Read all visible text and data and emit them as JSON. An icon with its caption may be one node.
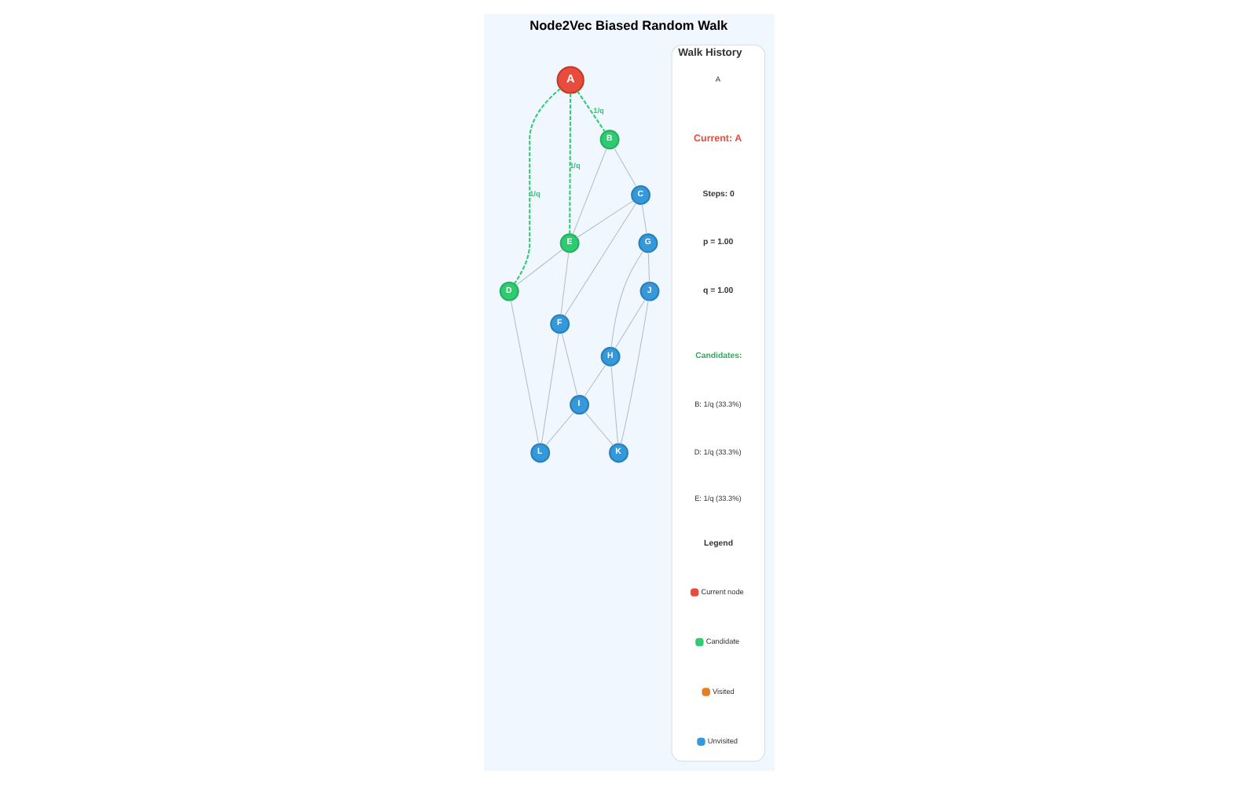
{
  "diagram": {
    "title": "Node2Vec Biased Random Walk",
    "nodes": [
      {
        "text": [
          "A"
        ]
      },
      {
        "text": [
          "B"
        ]
      },
      {
        "text": [
          "C"
        ]
      },
      {
        "text": [
          "D"
        ]
      },
      {
        "text": [
          "E"
        ]
      },
      {
        "text": [
          "F"
        ]
      },
      {
        "text": [
          "G"
        ]
      },
      {
        "text": [
          "H"
        ]
      },
      {
        "text": [
          "I"
        ]
      },
      {
        "text": [
          "J"
        ]
      },
      {
        "text": [
          "K"
        ]
      },
      {
        "text": [
          "L"
        ]
      },
      {
        "text": [
          "Walk History"
        ]
      }
    ],
    "edges": [
      {
        "from": 0,
        "to": 1,
        "arrow": "none",
        "label": "1/q",
        "style": "dashed",
        "color": "#2ecc71"
      },
      {
        "from": 0,
        "to": 4,
        "arrow": "none",
        "label": "1/q",
        "style": "dashed",
        "color": "#2ecc71"
      },
      {
        "from": 0,
        "to": 3,
        "arrow": "none",
        "label": "1/q",
        "style": "dashed",
        "color": "#2ecc71"
      },
      {
        "from": 1,
        "to": 2,
        "arrow": "none"
      },
      {
        "from": 1,
        "to": 4,
        "arrow": "none"
      },
      {
        "from": 2,
        "to": 4,
        "arrow": "none"
      },
      {
        "from": 2,
        "to": 6,
        "arrow": "none"
      },
      {
        "from": 2,
        "to": 5,
        "arrow": "none"
      },
      {
        "from": 6,
        "to": 9,
        "arrow": "none"
      },
      {
        "from": 6,
        "to": 7,
        "arrow": "none"
      },
      {
        "from": 9,
        "to": 7,
        "arrow": "none"
      },
      {
        "from": 9,
        "to": 10,
        "arrow": "none"
      },
      {
        "from": 7,
        "to": 10,
        "arrow": "none"
      },
      {
        "from": 7,
        "to": 8,
        "arrow": "none"
      },
      {
        "from": 4,
        "to": 3,
        "arrow": "none"
      },
      {
        "from": 4,
        "to": 5,
        "arrow": "none"
      },
      {
        "from": 5,
        "to": 8,
        "arrow": "none"
      },
      {
        "from": 5,
        "to": 11,
        "arrow": "none"
      },
      {
        "from": 8,
        "to": 10,
        "arrow": "none"
      },
      {
        "from": 8,
        "to": 11,
        "arrow": "none"
      },
      {
        "from": 3,
        "to": 11,
        "arrow": "none"
      }
    ],
    "labels": [
      "A",
      "Current: A",
      "Steps: 0",
      "p = 1.00",
      "q = 1.00",
      "Candidates:",
      "B: 1/q (33.3%)",
      "D: 1/q (33.3%)",
      "E: 1/q (33.3%)",
      "Legend"
    ],
    "legend": [
      {
        "text": "Current node",
        "color": "#e74c3c"
      },
      {
        "text": "Candidate",
        "color": "#2ecc71"
      },
      {
        "text": "Visited",
        "color": "#e67e22"
      },
      {
        "text": "Unvisited",
        "color": "#3498db"
      }
    ]
  }
}
